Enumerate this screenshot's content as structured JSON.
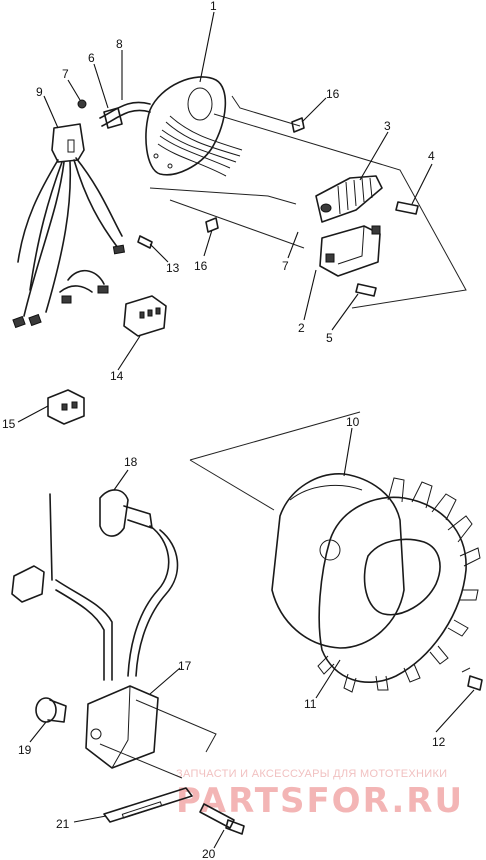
{
  "diagram": {
    "callouts": [
      {
        "id": "c1",
        "text": "1"
      },
      {
        "id": "c2",
        "text": "2"
      },
      {
        "id": "c3",
        "text": "3"
      },
      {
        "id": "c4",
        "text": "4"
      },
      {
        "id": "c5",
        "text": "5"
      },
      {
        "id": "c6",
        "text": "6"
      },
      {
        "id": "c7a",
        "text": "7"
      },
      {
        "id": "c7b",
        "text": "7"
      },
      {
        "id": "c8",
        "text": "8"
      },
      {
        "id": "c9",
        "text": "9"
      },
      {
        "id": "c10",
        "text": "10"
      },
      {
        "id": "c11",
        "text": "11"
      },
      {
        "id": "c12",
        "text": "12"
      },
      {
        "id": "c13",
        "text": "13"
      },
      {
        "id": "c14",
        "text": "14"
      },
      {
        "id": "c15",
        "text": "15"
      },
      {
        "id": "c16a",
        "text": "16"
      },
      {
        "id": "c16b",
        "text": "16"
      },
      {
        "id": "c17",
        "text": "17"
      },
      {
        "id": "c18",
        "text": "18"
      },
      {
        "id": "c19",
        "text": "19"
      },
      {
        "id": "c20",
        "text": "20"
      },
      {
        "id": "c21",
        "text": "21"
      }
    ]
  },
  "watermark": {
    "tagline": "ЗАПЧАСТИ И АКСЕССУАРЫ ДЛЯ МОТОТЕХНИКИ",
    "brand": "PARTSFOR.RU"
  }
}
